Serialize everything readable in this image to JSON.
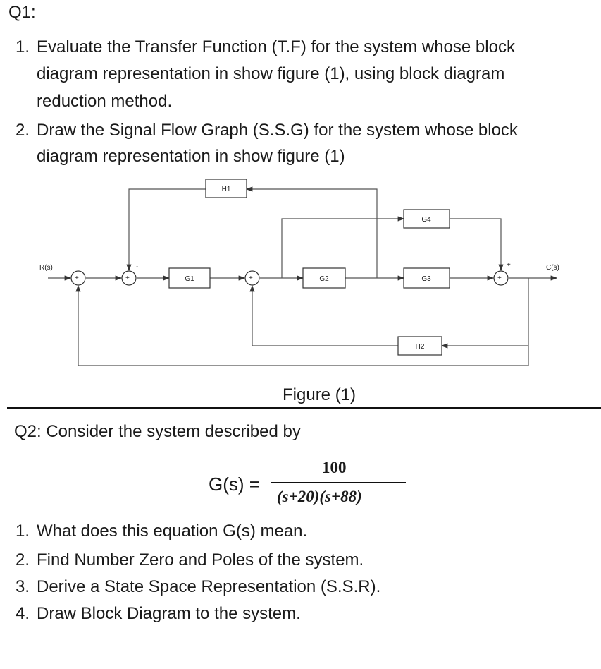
{
  "q1": {
    "heading": "Q1:",
    "items": [
      {
        "num": "1.",
        "lines": [
          "Evaluate the Transfer Function (T.F) for the system whose block",
          "diagram representation in show figure (1), using block diagram",
          "reduction method."
        ]
      },
      {
        "num": "2.",
        "lines": [
          "Draw the Signal Flow Graph (S.S.G) for the system whose block",
          "diagram representation in show figure (1)"
        ]
      }
    ]
  },
  "figure": {
    "caption": "Figure (1)",
    "input_label": "R(s)",
    "output_label": "C(s)",
    "blocks": {
      "g1": "G1",
      "g2": "G2",
      "g3": "G3",
      "g4": "G4",
      "h1": "H1",
      "h2": "H2"
    },
    "signs": {
      "plus": "+",
      "minus": "-"
    }
  },
  "q2": {
    "heading": "Q2: Consider the system described by",
    "equation": {
      "lhs": "G(s) =",
      "numerator": "100",
      "denominator": "(s+20)(s+88)"
    },
    "items": [
      {
        "num": "1.",
        "text": "What does this equation G(s) mean."
      },
      {
        "num": "2.",
        "text": "Find Number Zero and Poles of the system."
      },
      {
        "num": "3.",
        "text": "Derive a State Space Representation (S.S.R)."
      },
      {
        "num": "4.",
        "text": "Draw Block Diagram to the system."
      }
    ]
  }
}
